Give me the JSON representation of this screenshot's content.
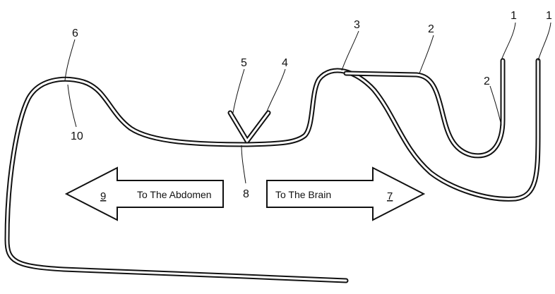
{
  "figure": {
    "reference_numerals": {
      "n1_left": "1",
      "n1_right": "1",
      "n2_top": "2",
      "n2_side": "2",
      "n3": "3",
      "n4": "4",
      "n5": "5",
      "n6": "6",
      "n8": "8",
      "n10": "10"
    },
    "arrows": {
      "left": {
        "label": "To The Abdomen",
        "ref": "9"
      },
      "right": {
        "label": "To The Brain",
        "ref": "7"
      }
    },
    "colors": {
      "line": "#111111",
      "background": "#ffffff"
    }
  }
}
